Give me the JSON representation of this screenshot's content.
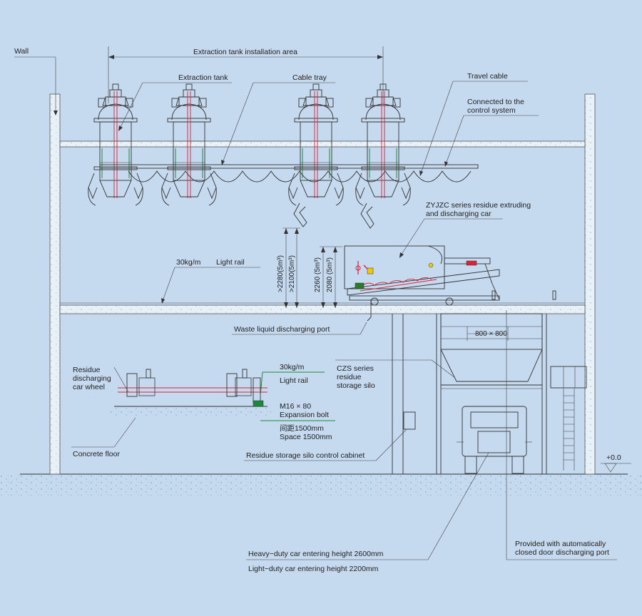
{
  "labels": {
    "wall": "Wall",
    "extraction_area": "Extraction tank installation area",
    "extraction_tank": "Extraction tank",
    "cable_tray": "Cable tray",
    "travel_cable": "Travel cable",
    "connected_line1": "Connected to the",
    "connected_line2": "control system",
    "residue_car_line1": "ZYJZC series residue extruding",
    "residue_car_line2": "and discharging car",
    "rail_weight_upper": "30kg/m",
    "light_rail_upper": "Light rail",
    "dim_2280": ">2280(5m³)",
    "dim_2100": ">2100(5m³)",
    "dim_2260": "2260 (5m³)",
    "dim_2080": "2080 (5m³)",
    "waste_port": "Waste liquid discharging port",
    "dim_800": "800 × 800",
    "wheel_line1": "Residue",
    "wheel_line2": "discharging",
    "wheel_line3": "car wheel",
    "rail_weight_lower": "30kg/m",
    "light_rail_lower": "Light rail",
    "bolt_line1": "M16 × 80",
    "bolt_line2": "Expansion bolt",
    "spacing_cn": "间距1500mm",
    "spacing_en": "Space 1500mm",
    "silo_line1": "CZS series",
    "silo_line2": "residue",
    "silo_line3": "storage silo",
    "concrete_floor": "Concrete floor",
    "silo_cabinet": "Residue storage silo control cabinet",
    "level_zero": "+0.0",
    "heavy_car": "Heavy−duty car entering height 2600mm",
    "light_car": "Light−duty car entering height 2200mm",
    "auto_door_line1": "Provided with automatically",
    "auto_door_line2": "closed door discharging port"
  },
  "colors": {
    "background": "#c5d9ef",
    "structure": "#e8f1f8",
    "line": "#333333",
    "accent_red": "#dd2233",
    "accent_green": "#1a8a3a",
    "accent_yellow": "#f2c800"
  }
}
